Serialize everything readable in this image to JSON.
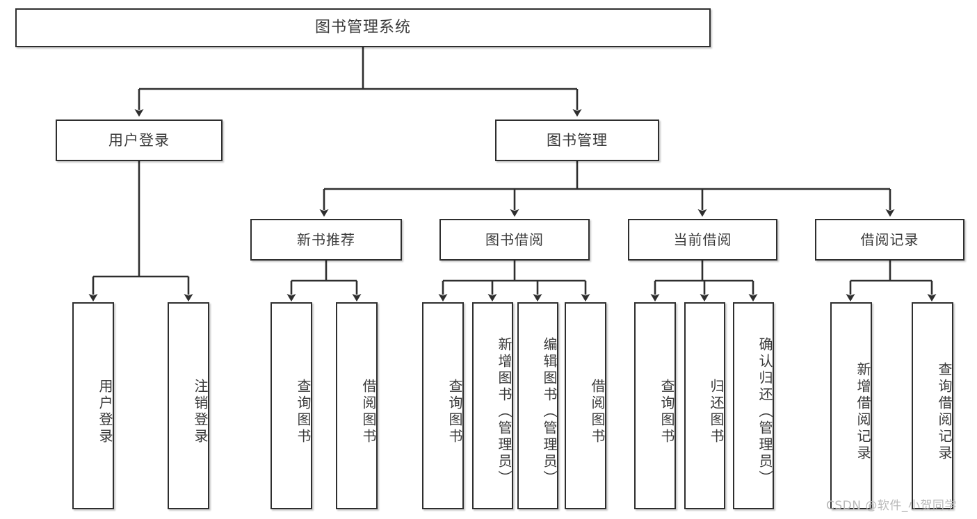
{
  "diagram": {
    "title": "图书管理系统",
    "type": "hierarchy-tree",
    "watermark": "CSDN @软件_小贺同学",
    "colors": {
      "box_border": "#2e2e2e",
      "box_fill": "#ffffff",
      "text": "#3a3a3a",
      "connector": "#2e2e2e",
      "watermark": "#b9b9b9"
    },
    "root": {
      "label": "图书管理系统"
    },
    "level2": [
      {
        "label": "用户登录"
      },
      {
        "label": "图书管理"
      }
    ],
    "level3": [
      {
        "label": "新书推荐"
      },
      {
        "label": "图书借阅"
      },
      {
        "label": "当前借阅"
      },
      {
        "label": "借阅记录"
      }
    ],
    "leaves": {
      "user_login": [
        {
          "label": "用户登录"
        },
        {
          "label": "注销登录"
        }
      ],
      "new_book_recommend": [
        {
          "label": "查询图书"
        },
        {
          "label": "借阅图书"
        }
      ],
      "book_borrow": [
        {
          "label": "查询图书"
        },
        {
          "label": "新增图书（管理员）"
        },
        {
          "label": "编辑图书（管理员）"
        },
        {
          "label": "借阅图书"
        }
      ],
      "current_borrow": [
        {
          "label": "查询图书"
        },
        {
          "label": "归还图书"
        },
        {
          "label": "确认归还（管理员）"
        }
      ],
      "borrow_record": [
        {
          "label": "新增借阅记录"
        },
        {
          "label": "查询借阅记录"
        }
      ]
    }
  }
}
